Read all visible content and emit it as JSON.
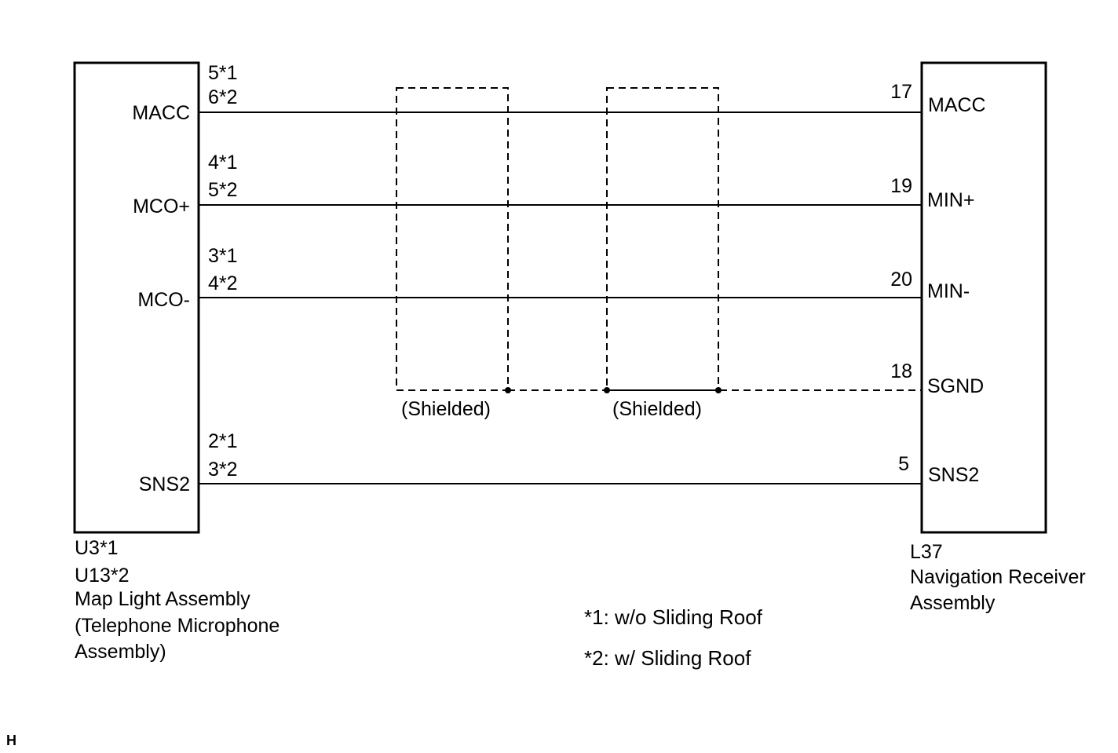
{
  "left_component": {
    "ids": [
      "U3*1",
      "U13*2"
    ],
    "name_lines": [
      "Map Light Assembly",
      "(Telephone Microphone",
      "Assembly)"
    ],
    "terminals": [
      {
        "name": "MACC",
        "pins": [
          "5*1",
          "6*2"
        ]
      },
      {
        "name": "MCO+",
        "pins": [
          "4*1",
          "5*2"
        ]
      },
      {
        "name": "MCO-",
        "pins": [
          "3*1",
          "4*2"
        ]
      },
      {
        "name": "SNS2",
        "pins": [
          "2*1",
          "3*2"
        ]
      }
    ]
  },
  "right_component": {
    "id": "L37",
    "name_lines": [
      "Navigation Receiver",
      "Assembly"
    ],
    "terminals": [
      {
        "name": "MACC",
        "pin": "17"
      },
      {
        "name": "MIN+",
        "pin": "19"
      },
      {
        "name": "MIN-",
        "pin": "20"
      },
      {
        "name": "SGND",
        "pin": "18"
      },
      {
        "name": "SNS2",
        "pin": "5"
      }
    ]
  },
  "shield_labels": [
    "(Shielded)",
    "(Shielded)"
  ],
  "notes": [
    "*1: w/o Sliding Roof",
    "*2: w/ Sliding Roof"
  ],
  "corner_mark": "H"
}
